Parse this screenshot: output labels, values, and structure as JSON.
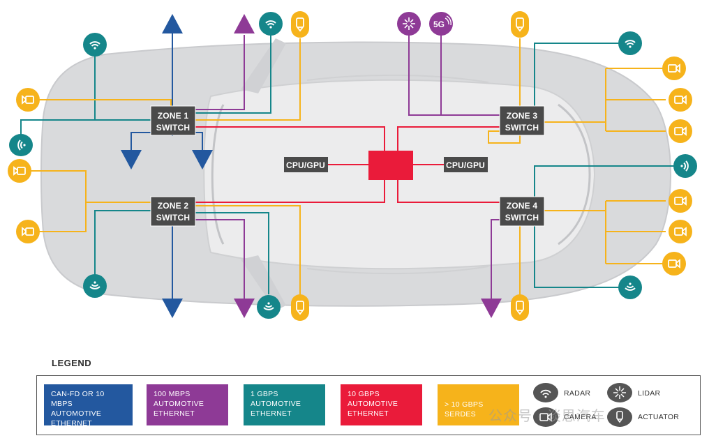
{
  "nodes": {
    "zone1": [
      "ZONE 1",
      "SWITCH"
    ],
    "zone2": [
      "ZONE 2",
      "SWITCH"
    ],
    "zone3": [
      "ZONE 3",
      "SWITCH"
    ],
    "zone4": [
      "ZONE 4",
      "SWITCH"
    ],
    "cpu_left": "CPU/GPU",
    "cpu_right": "CPU/GPU"
  },
  "icons": {
    "fiveg_label": "5G"
  },
  "legend": {
    "title": "LEGEND",
    "items": [
      {
        "lines": [
          "CAN-FD OR 10 MBPS",
          "AUTOMOTIVE",
          "ETHERNET"
        ],
        "color": "#23589f"
      },
      {
        "lines": [
          "100 MBPS",
          "AUTOMOTIVE",
          "ETHERNET"
        ],
        "color": "#8e3a96"
      },
      {
        "lines": [
          "1 GBPS",
          "AUTOMOTIVE",
          "ETHERNET"
        ],
        "color": "#15868a"
      },
      {
        "lines": [
          "10 GBPS",
          "AUTOMOTIVE",
          "ETHERNET"
        ],
        "color": "#ea1b3a"
      },
      {
        "lines": [
          "> 10 GBPS SERDES"
        ],
        "color": "#f6b31b"
      }
    ],
    "icons": {
      "radar": "RADAR",
      "lidar": "LIDAR",
      "camera": "CAMERA",
      "actuator": "ACTUATOR"
    }
  },
  "watermark": "公众号 · 谈思汽车",
  "colors": {
    "blue": "#23589f",
    "purple": "#8e3a96",
    "teal": "#15868a",
    "red": "#ea1b3a",
    "yellow": "#f6b31b",
    "switch": "#4a4a4a",
    "car": "#d9dadc"
  }
}
